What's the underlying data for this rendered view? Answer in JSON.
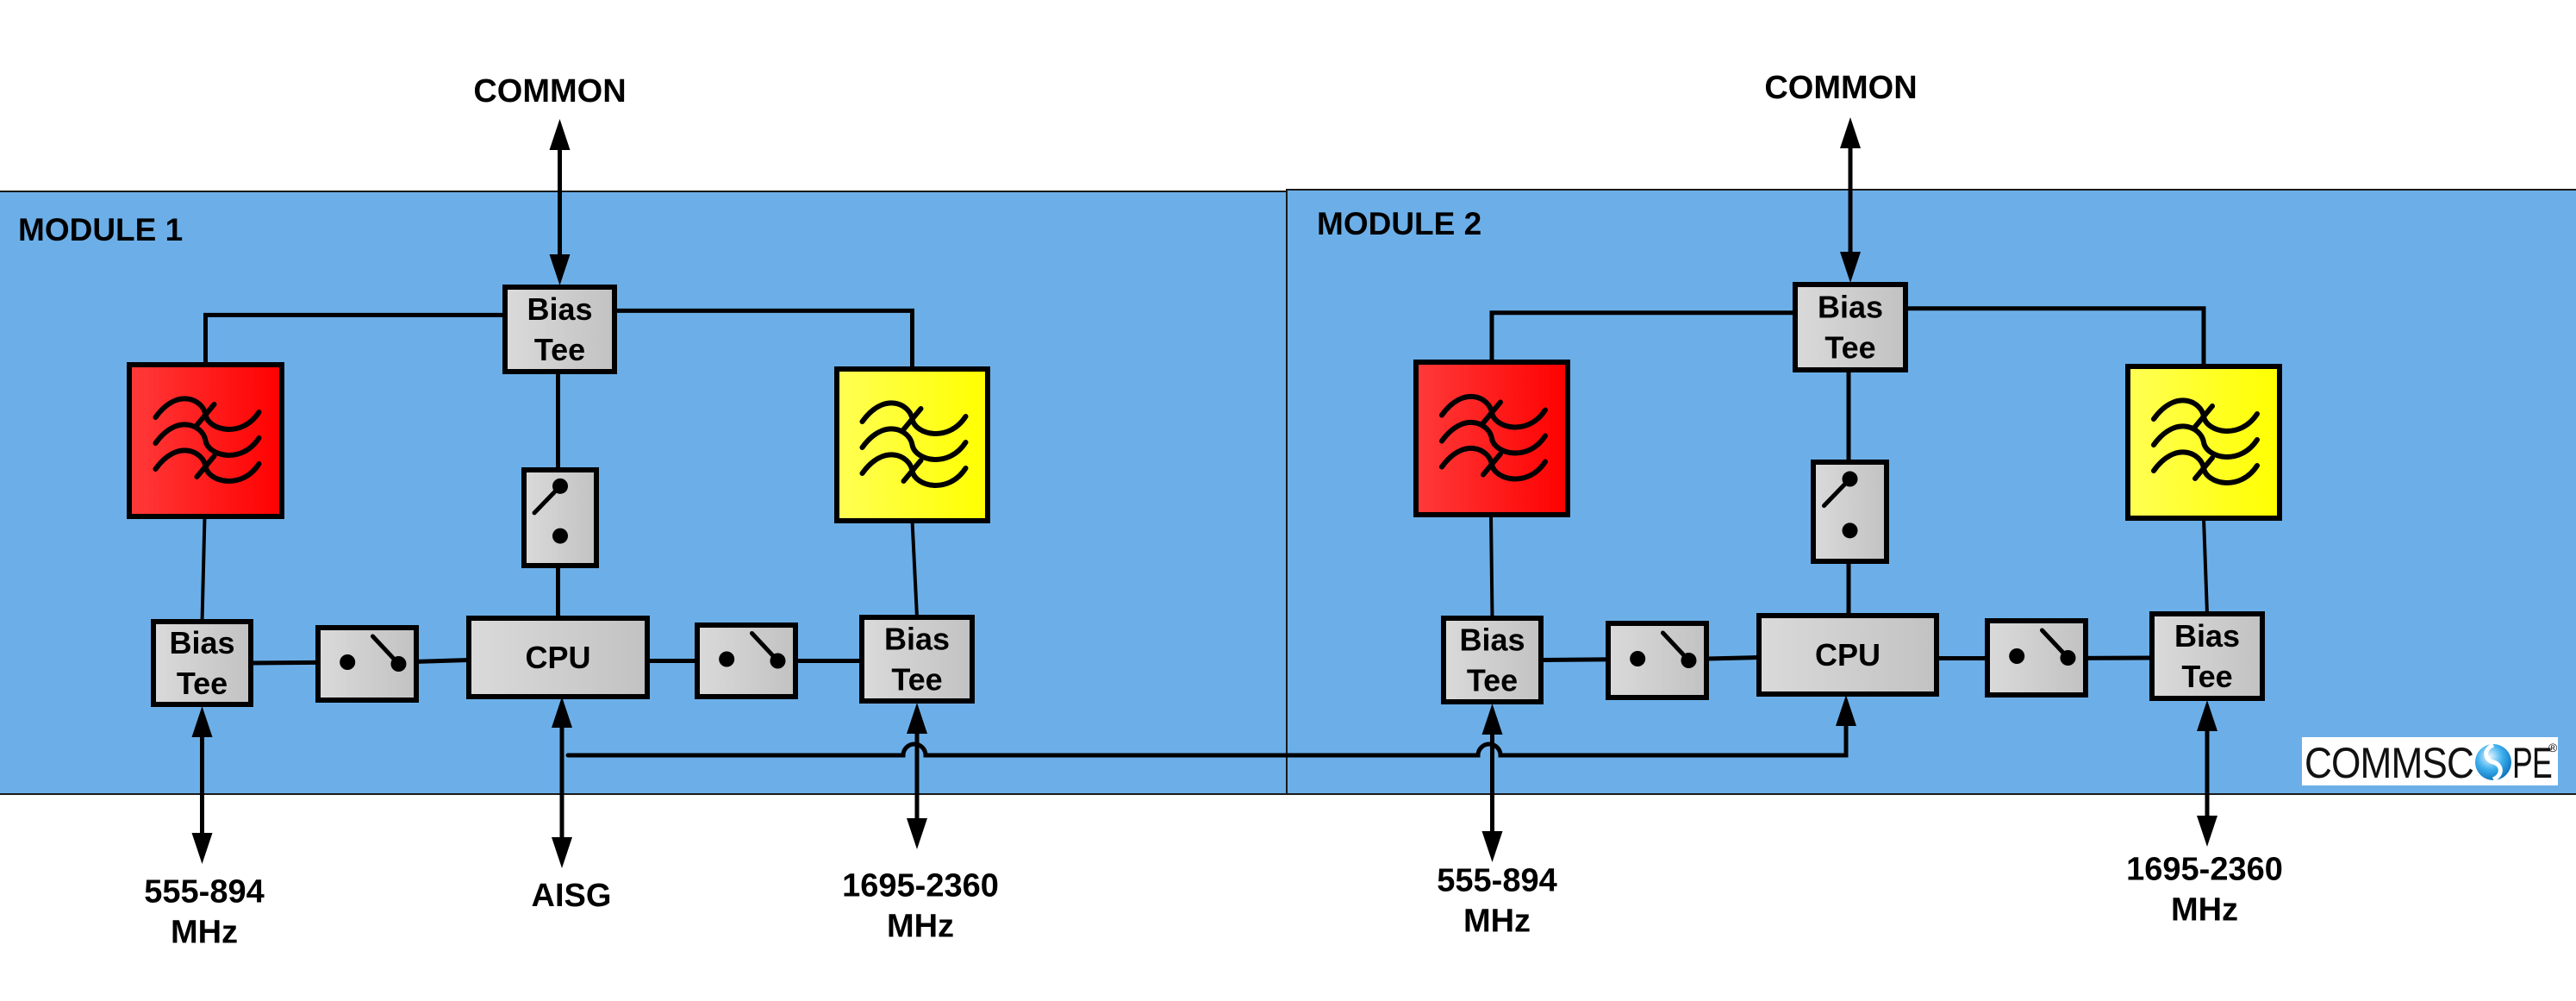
{
  "diagram": {
    "title": "Dual-module diplexer with bias tees, switches and CPU",
    "colors": {
      "module_background": "#6cafe8",
      "low_band_filter": "#ff1a1a",
      "high_band_filter": "#ffff22",
      "component_fill": "#cfcfcf",
      "line": "#000000"
    },
    "modules": [
      {
        "id": "module1",
        "title": "MODULE 1",
        "top_bias_tee": [
          "Bias",
          "Tee"
        ],
        "low_filter_icon": "bandpass-filter-icon",
        "high_filter_icon": "bandpass-filter-icon",
        "left_bias_tee": [
          "Bias",
          "Tee"
        ],
        "right_bias_tee": [
          "Bias",
          "Tee"
        ],
        "cpu": "CPU",
        "ports": {
          "common": "COMMON",
          "low_band": [
            "555-894",
            "MHz"
          ],
          "aisg": "AISG",
          "high_band": [
            "1695-2360",
            "MHz"
          ]
        }
      },
      {
        "id": "module2",
        "title": "MODULE 2",
        "top_bias_tee": [
          "Bias",
          "Tee"
        ],
        "low_filter_icon": "bandpass-filter-icon",
        "high_filter_icon": "bandpass-filter-icon",
        "left_bias_tee": [
          "Bias",
          "Tee"
        ],
        "right_bias_tee": [
          "Bias",
          "Tee"
        ],
        "cpu": "CPU",
        "ports": {
          "common": "COMMON",
          "low_band": [
            "555-894",
            "MHz"
          ],
          "high_band": [
            "1695-2360",
            "MHz"
          ]
        }
      }
    ],
    "logo": {
      "text_before": "COMMSC",
      "text_after": "PE",
      "registered": "®"
    }
  }
}
